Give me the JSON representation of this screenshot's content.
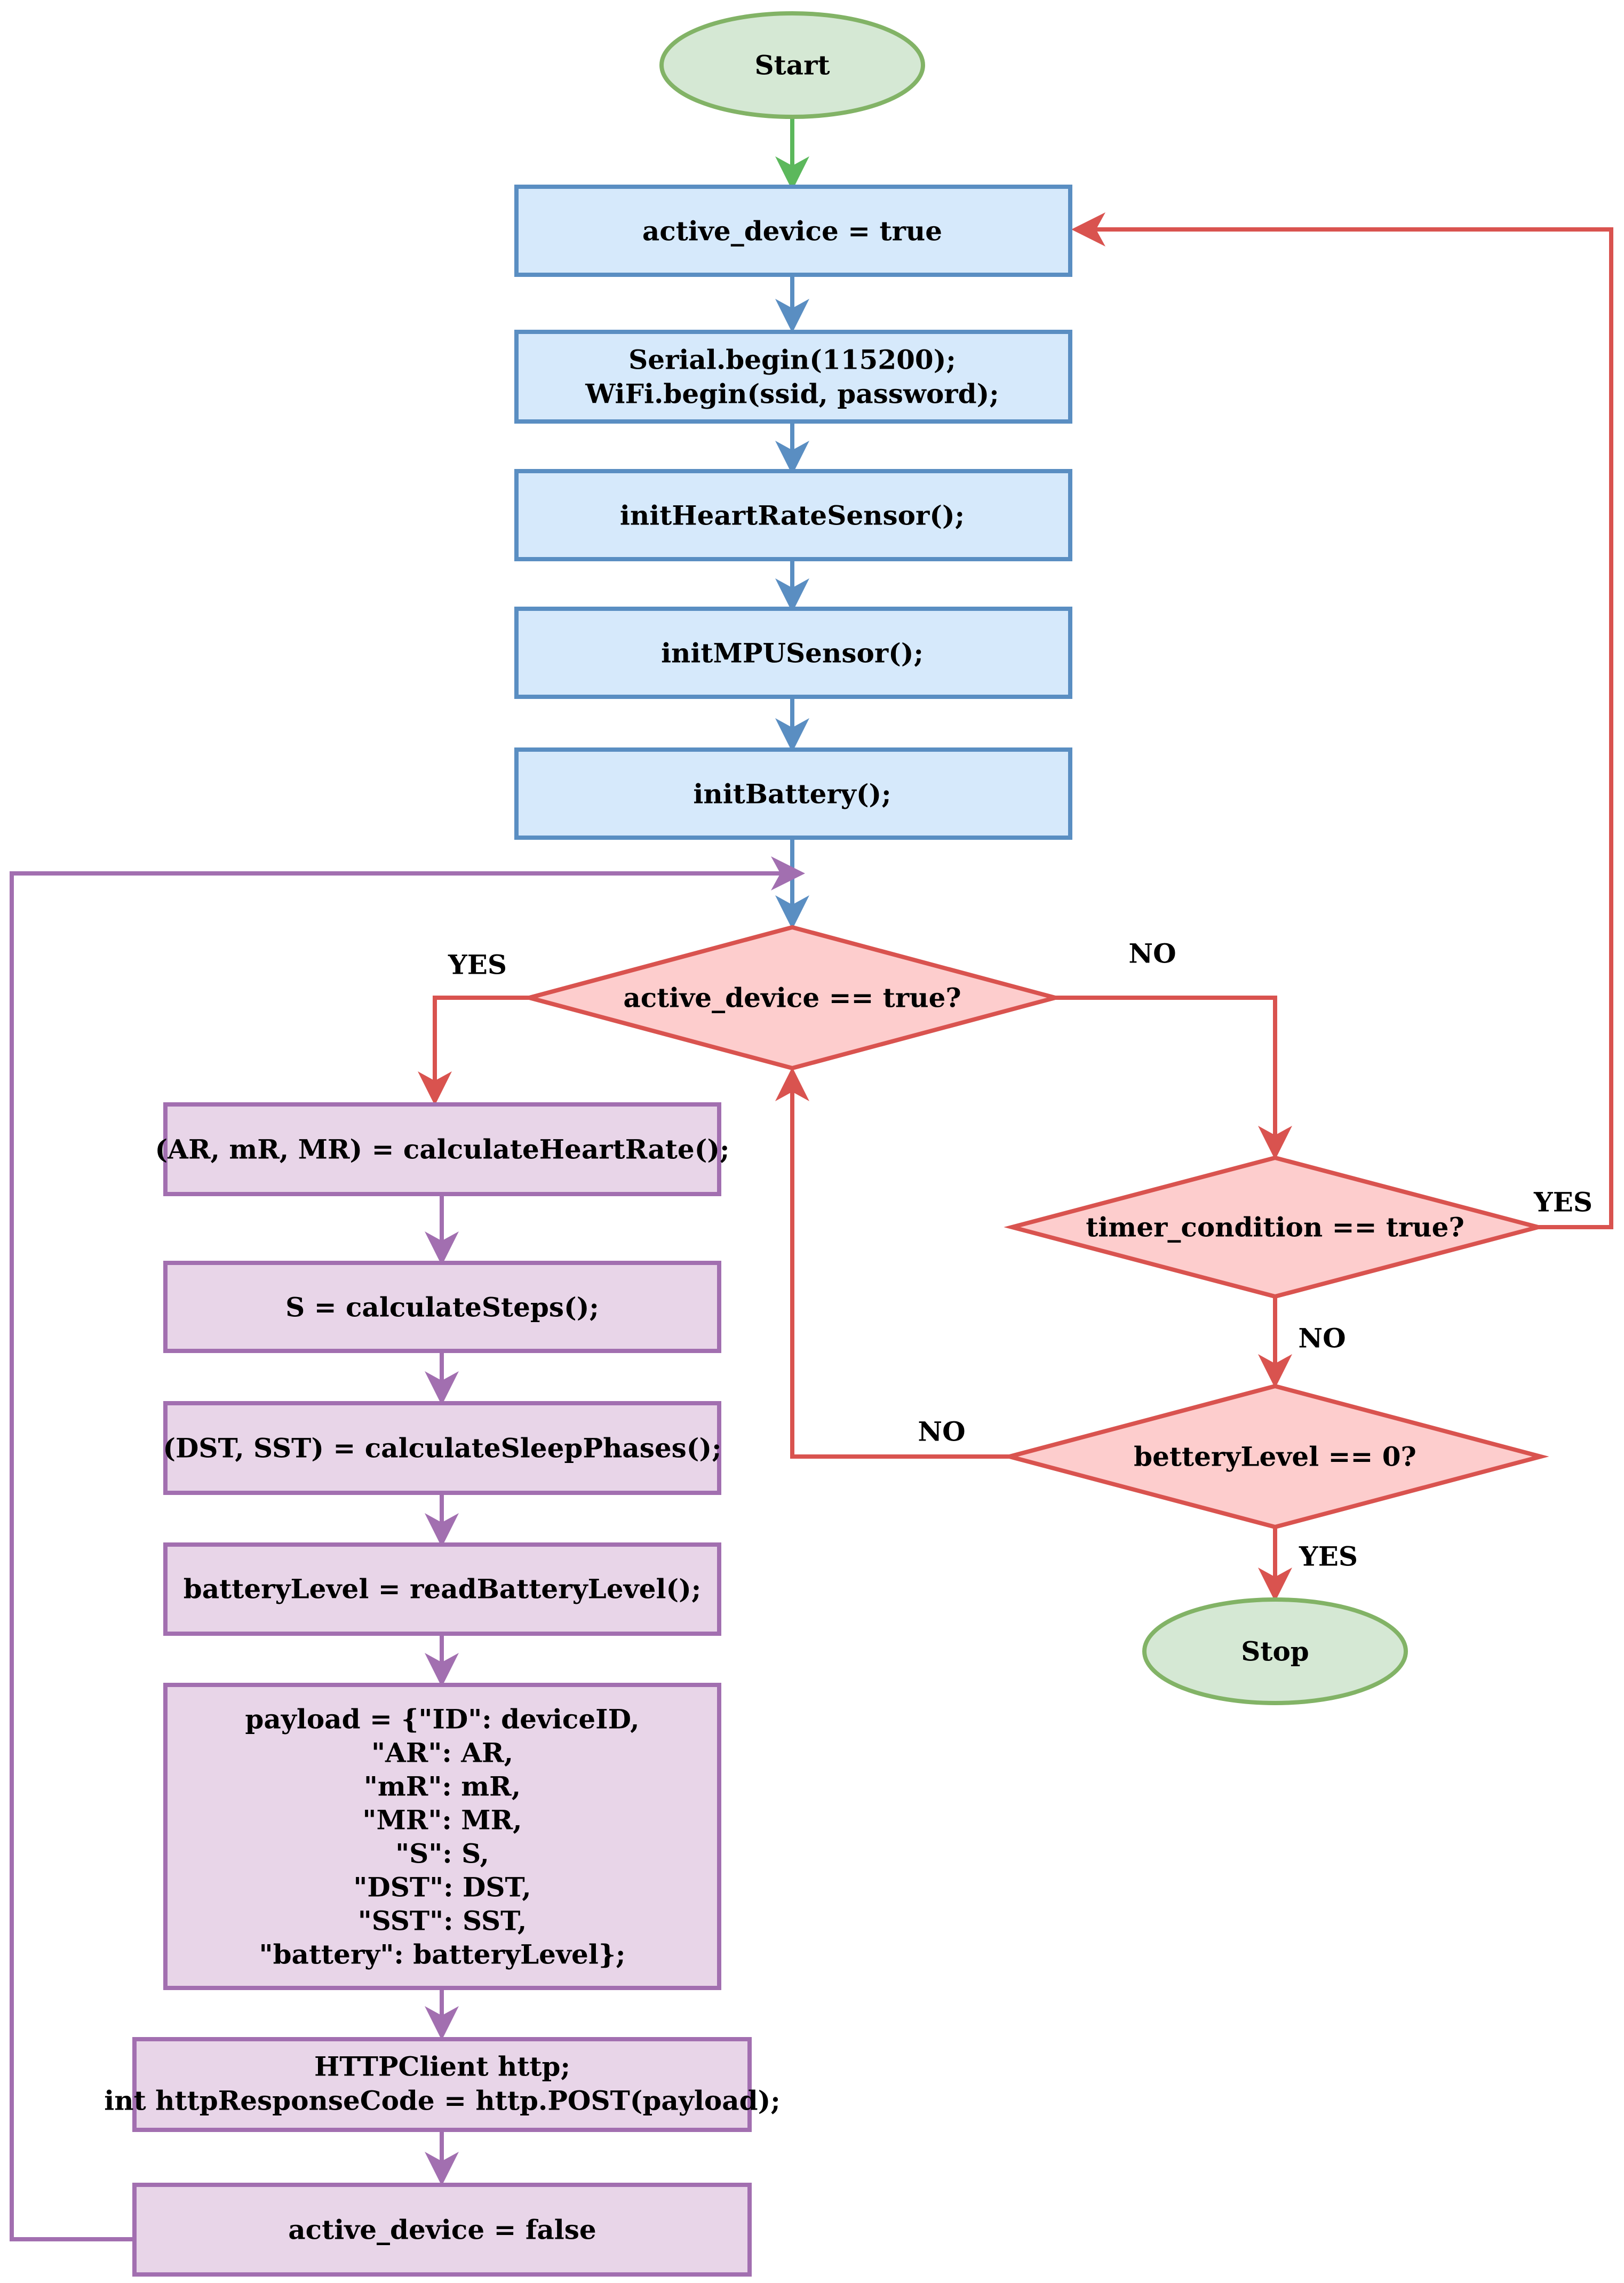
{
  "colors": {
    "terminal_fill": "#d5e8d4",
    "terminal_stroke": "#82b366",
    "terminal_arrow": "#5cb85c",
    "init_fill": "#d6e9fb",
    "init_stroke": "#5a8ec2",
    "decision_fill": "#fdcdcd",
    "decision_stroke": "#d9534f",
    "loop_fill": "#e8d5e8",
    "loop_stroke": "#a26fb0"
  },
  "nodes": {
    "start": "Start",
    "stop": "Stop",
    "set_active_true": "active_device = true",
    "serial_wifi": [
      "Serial.begin(115200);",
      "WiFi.begin(ssid, password);"
    ],
    "init_hr": "initHeartRateSensor();",
    "init_mpu": "initMPUSensor();",
    "init_battery": "initBattery();",
    "check_active": "active_device == true?",
    "calc_hr": "(AR, mR, MR) = calculateHeartRate();",
    "calc_steps": "S = calculateSteps();",
    "calc_sleep": "(DST, SST) = calculateSleepPhases();",
    "read_battery": "batteryLevel = readBatteryLevel();",
    "payload": [
      "payload = {\"ID\": deviceID,",
      "\"AR\": AR,",
      "\"mR\": mR,",
      "\"MR\": MR,",
      "\"S\": S,",
      "\"DST\": DST,",
      "\"SST\": SST,",
      "\"battery\": batteryLevel};"
    ],
    "http": [
      "HTTPClient http;",
      "int httpResponseCode = http.POST(payload);"
    ],
    "set_active_false": "active_device = false",
    "timer_check": "timer_condition == true?",
    "battery_check": "betteryLevel == 0?"
  },
  "edge_labels": {
    "active_yes": "YES",
    "active_no": "NO",
    "timer_yes": "YES",
    "timer_no": "NO",
    "battery_no": "NO",
    "battery_yes": "YES"
  }
}
